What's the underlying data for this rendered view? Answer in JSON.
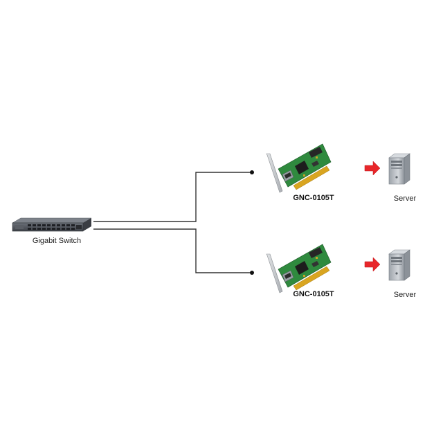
{
  "switch": {
    "label": "Gigabit Switch",
    "icon": "network-switch-icon"
  },
  "nodes": [
    {
      "card_label": "GNC-0105T",
      "server_label": "Server"
    },
    {
      "card_label": "GNC-0105T",
      "server_label": "Server"
    }
  ],
  "colors": {
    "cable": "#333333",
    "arrow": "#e8262a",
    "pcb": "#2f8a3e",
    "bracket": "#c9cdd1",
    "switch_body": "#4a4e55",
    "server": "#b9bec4"
  }
}
